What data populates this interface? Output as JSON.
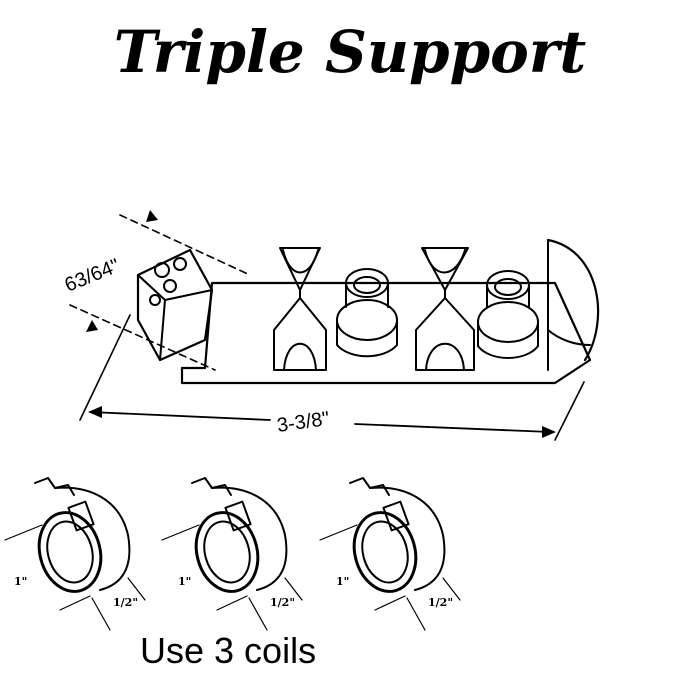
{
  "title": "Triple Support",
  "dimensions": {
    "height": "63/64\"",
    "length": "3-3/8\""
  },
  "coils": [
    {
      "diameter": "1\"",
      "width": "1/2\""
    },
    {
      "diameter": "1\"",
      "width": "1/2\""
    },
    {
      "diameter": "1\"",
      "width": "1/2\""
    }
  ],
  "caption": "Use 3 coils"
}
